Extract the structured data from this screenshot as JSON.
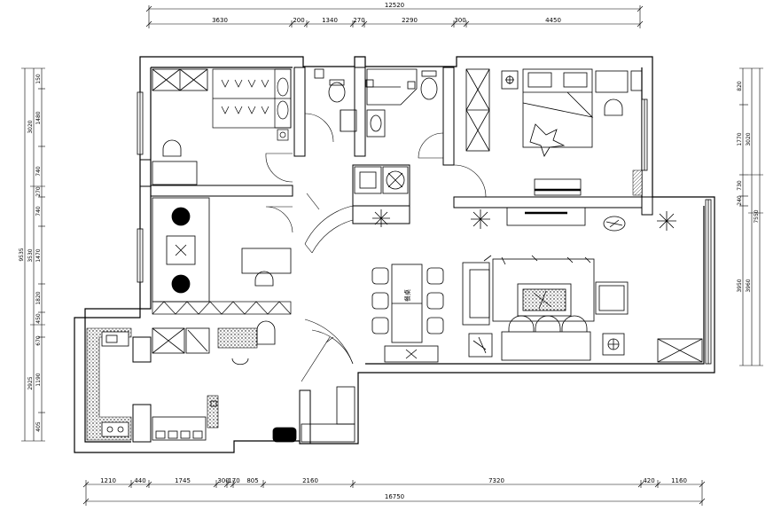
{
  "top_dimensions": {
    "overall": "12520",
    "segments": [
      "3630",
      "200",
      "1340",
      "270",
      "2290",
      "300",
      "4450"
    ]
  },
  "bottom_dimensions": {
    "overall": "16750",
    "segments": [
      "1210",
      "440",
      "1745",
      "300",
      "170",
      "805",
      "2160",
      "7320",
      "420",
      "1160"
    ]
  },
  "left_dimensions": {
    "overall": "9535",
    "upper_total": "3020",
    "mid_total": "3530",
    "lower_total": "2925",
    "segments": [
      "150",
      "1480",
      "740",
      "270",
      "740",
      "1470",
      "1820",
      "450",
      "670",
      "1190",
      "405"
    ]
  },
  "right_dimensions": {
    "overall": "7550",
    "upper_total": "3020",
    "lower_total": "3960",
    "segments": [
      "820",
      "1770",
      "730",
      "240",
      "3950"
    ]
  },
  "furniture_labels": {
    "dining_table": "餐桌"
  },
  "colors": {
    "line": "#000000",
    "background": "#ffffff"
  }
}
